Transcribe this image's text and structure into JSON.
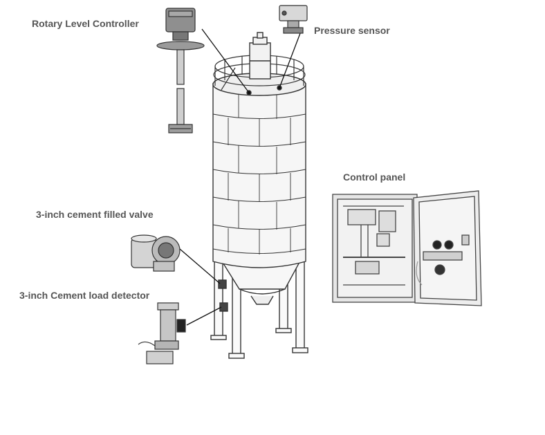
{
  "labels": {
    "rotary_level_controller": "Rotary Level Controller",
    "pressure_sensor": "Pressure sensor",
    "control_panel": "Control panel",
    "cement_filled_valve": "3-inch cement filled valve",
    "cement_load_detector": "3-inch Cement load detector"
  },
  "colors": {
    "label_text": "#555555",
    "outline": "#333333",
    "silo_fill": "#f4f4f4",
    "panel_fill": "#e9e9e9",
    "metal": "#bfbfbf"
  }
}
